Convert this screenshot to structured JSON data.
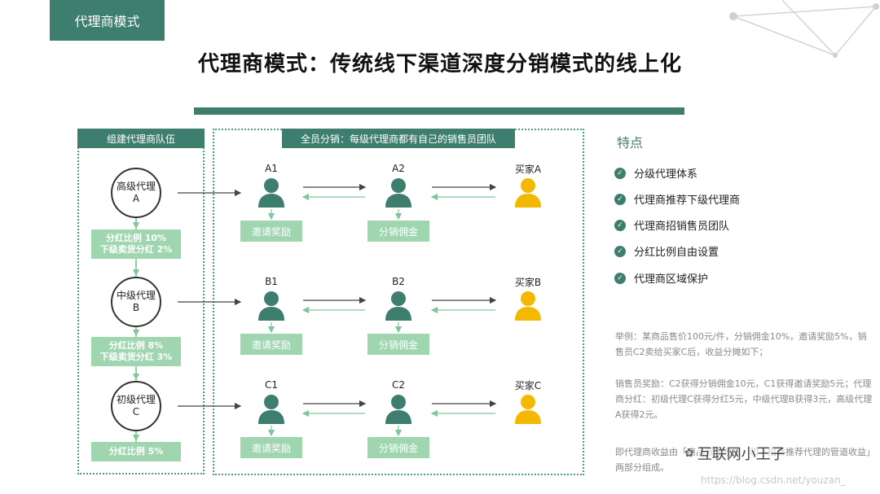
{
  "tag": "代理商模式",
  "title": "代理商模式：传统线下渠道深度分销模式的线上化",
  "left_panel": {
    "header": "组建代理商队伍",
    "agents": [
      {
        "name": "高级代理",
        "letter": "A"
      },
      {
        "name": "中级代理",
        "letter": "B"
      },
      {
        "name": "初级代理",
        "letter": "C"
      }
    ],
    "shares": [
      {
        "line1": "分红比例 10%",
        "line2": "下级卖货分红 2%"
      },
      {
        "line1": "分红比例 8%",
        "line2": "下级卖货分红 3%"
      },
      {
        "line1": "分红比例 5%",
        "line2": ""
      }
    ]
  },
  "right_panel": {
    "header": "全员分销：每级代理商都有自己的销售员团队",
    "rows": [
      {
        "s1": "A1",
        "s2": "A2",
        "buyer": "买家A"
      },
      {
        "s1": "B1",
        "s2": "B2",
        "buyer": "买家B"
      },
      {
        "s1": "C1",
        "s2": "C2",
        "buyer": "买家C"
      }
    ],
    "invite_label": "邀请奖励",
    "commission_label": "分销佣金"
  },
  "features": {
    "title": "特点",
    "items": [
      "分级代理体系",
      "代理商推荐下级代理商",
      "代理商招销售员团队",
      "分红比例自由设置",
      "代理商区域保护"
    ]
  },
  "notes": {
    "p1": "举例：某商品售价100元/件，分销佣金10%，邀请奖励5%，销售员C2卖给买家C后，收益分摊如下；",
    "p2": "销售员奖励：C2获得分销佣金10元，C1获得邀请奖励5元；代理商分红：初级代理C获得分红5元，中级代理B获得3元，高级代理A获得2元。",
    "p3": "即代理商收益由「商品自营收益」和「招募推荐代理的管道收益」两部分组成。"
  },
  "watermark": "互联网小王子",
  "url": "https://blog.csdn.net/youzan_",
  "colors": {
    "brand": "#3e7e6f",
    "light_green": "#9fd6b0",
    "buyer": "#f5b800",
    "person": "#3e7e6f"
  }
}
